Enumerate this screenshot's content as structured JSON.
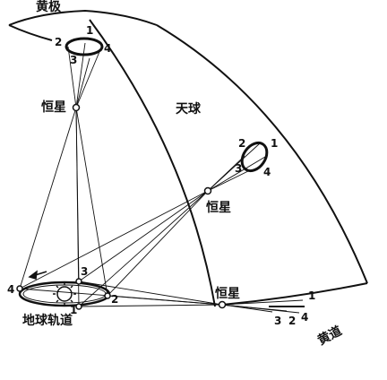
{
  "colors": {
    "ink": "#111111",
    "paper": "#ffffff"
  },
  "labels": {
    "ecliptic_pole": "黄极",
    "celestial_sphere": "天球",
    "star": "恒星",
    "earth_orbit": "地球轨道",
    "ecliptic": "黄道"
  },
  "position_numbers": {
    "n1": "1",
    "n2": "2",
    "n3": "3",
    "n4": "4"
  },
  "icons": [
    "sun-icon",
    "direction-arrow-icon"
  ]
}
